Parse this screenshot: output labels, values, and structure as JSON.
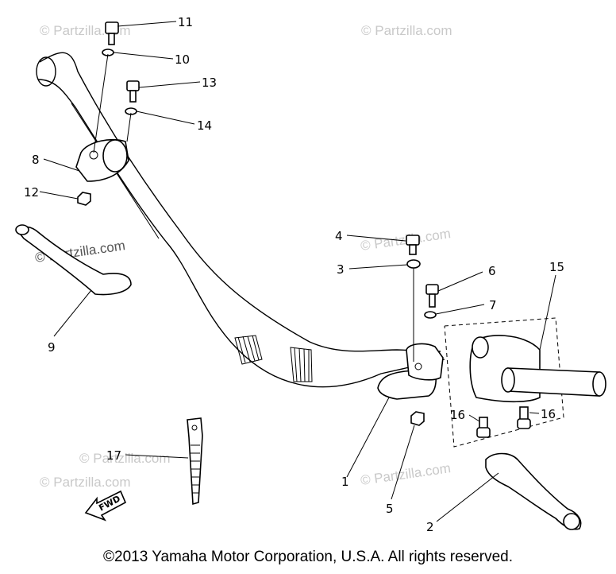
{
  "callouts": [
    {
      "id": "c11",
      "label": "11"
    },
    {
      "id": "c10",
      "label": "10"
    },
    {
      "id": "c13",
      "label": "13"
    },
    {
      "id": "c14",
      "label": "14"
    },
    {
      "id": "c8",
      "label": "8"
    },
    {
      "id": "c12",
      "label": "12"
    },
    {
      "id": "c9",
      "label": "9"
    },
    {
      "id": "c4",
      "label": "4"
    },
    {
      "id": "c3",
      "label": "3"
    },
    {
      "id": "c6",
      "label": "6"
    },
    {
      "id": "c7",
      "label": "7"
    },
    {
      "id": "c15",
      "label": "15"
    },
    {
      "id": "c16a",
      "label": "16"
    },
    {
      "id": "c16b",
      "label": "16"
    },
    {
      "id": "c17",
      "label": "17"
    },
    {
      "id": "c1",
      "label": "1"
    },
    {
      "id": "c5",
      "label": "5"
    },
    {
      "id": "c2",
      "label": "2"
    }
  ],
  "watermark": "© Partzilla.com",
  "fwd_label": "FWD",
  "copyright": "©2013 Yamaha Motor Corporation, U.S.A. All rights reserved."
}
